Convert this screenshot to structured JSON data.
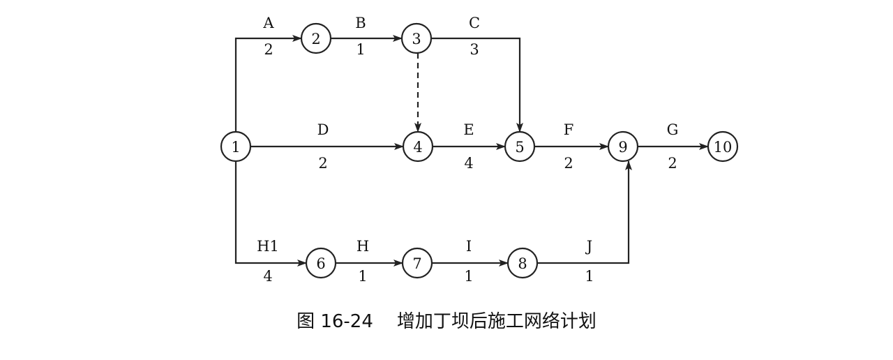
{
  "diagram": {
    "nodes": [
      {
        "id": "1",
        "label": "1"
      },
      {
        "id": "2",
        "label": "2"
      },
      {
        "id": "3",
        "label": "3"
      },
      {
        "id": "4",
        "label": "4"
      },
      {
        "id": "5",
        "label": "5"
      },
      {
        "id": "6",
        "label": "6"
      },
      {
        "id": "7",
        "label": "7"
      },
      {
        "id": "8",
        "label": "8"
      },
      {
        "id": "9",
        "label": "9"
      },
      {
        "id": "10",
        "label": "10"
      }
    ],
    "activities": [
      {
        "from": "1",
        "to": "2",
        "name": "A",
        "duration": "2"
      },
      {
        "from": "2",
        "to": "3",
        "name": "B",
        "duration": "1"
      },
      {
        "from": "3",
        "to": "5",
        "name": "C",
        "duration": "3"
      },
      {
        "from": "1",
        "to": "4",
        "name": "D",
        "duration": "2"
      },
      {
        "from": "4",
        "to": "5",
        "name": "E",
        "duration": "4"
      },
      {
        "from": "5",
        "to": "9",
        "name": "F",
        "duration": "2"
      },
      {
        "from": "9",
        "to": "10",
        "name": "G",
        "duration": "2"
      },
      {
        "from": "1",
        "to": "6",
        "name": "H1",
        "duration": "4"
      },
      {
        "from": "6",
        "to": "7",
        "name": "H",
        "duration": "1"
      },
      {
        "from": "7",
        "to": "8",
        "name": "I",
        "duration": "1"
      },
      {
        "from": "8",
        "to": "9",
        "name": "J",
        "duration": "1"
      },
      {
        "from": "3",
        "to": "4",
        "name": "",
        "duration": "",
        "dummy": true
      }
    ]
  },
  "caption": {
    "figure_number": "图 16-24",
    "title": "增加丁坝后施工网络计划"
  }
}
